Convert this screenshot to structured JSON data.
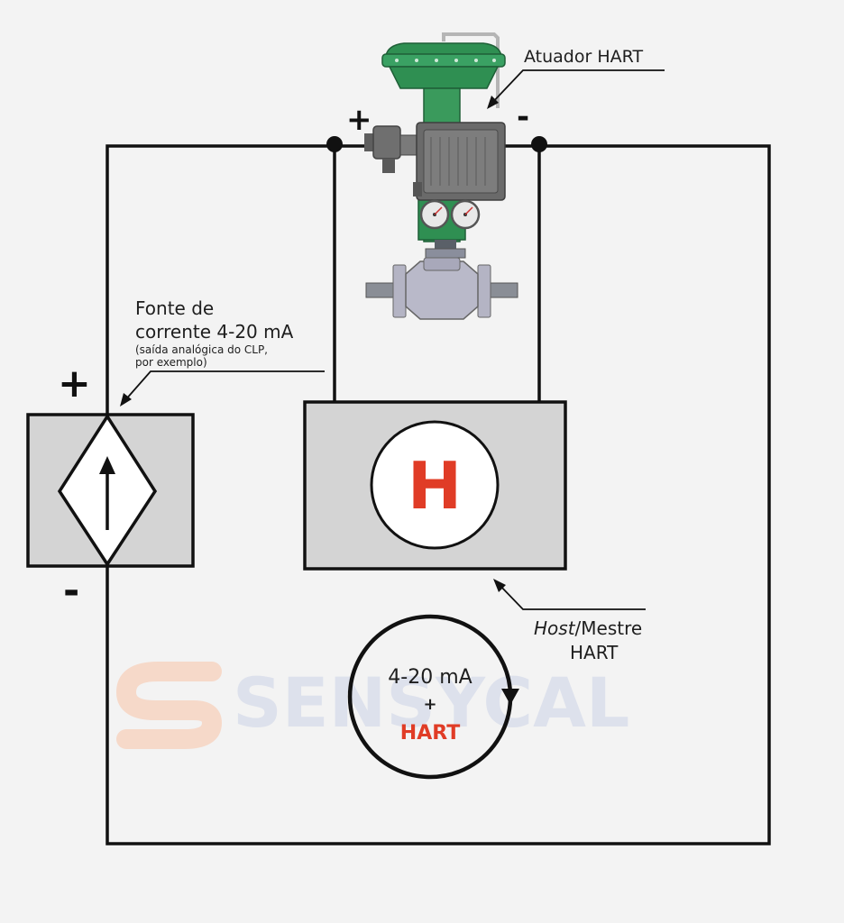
{
  "labels": {
    "actuator": "Atuador HART",
    "source_line1": "Fonte de",
    "source_line2": "corrente 4-20 mA",
    "source_note1": "(saída analógica do CLP,",
    "source_note2": "por exemplo)",
    "host_italic": "Host",
    "host_rest": "/Mestre",
    "host_line2": "HART",
    "host_symbol": "H",
    "loop_line1": "4-20 mA",
    "loop_plus": "+",
    "loop_line3": "HART"
  },
  "symbols": {
    "plus": "+",
    "minus": "-"
  },
  "watermark": {
    "text": "SENSYCAL"
  },
  "colors": {
    "background": "#f3f3f3",
    "wire": "#111111",
    "box_fill": "#d4d4d4",
    "accent_red": "#e03c26",
    "valve_green": "#2f8f52",
    "positioner_gray": "#6a6a6a",
    "watermark_orange": "#f6d9c9",
    "watermark_blue": "#dde1ec"
  },
  "icons": [
    "control-valve-icon",
    "current-source-icon",
    "up-arrow-icon",
    "loop-arrow-icon",
    "pressure-gauge-icon"
  ]
}
